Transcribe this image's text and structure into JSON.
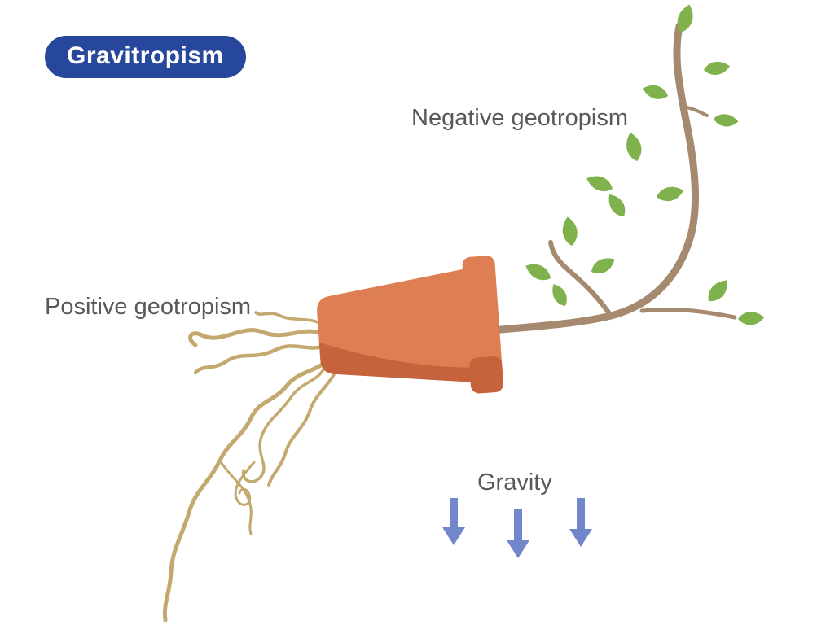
{
  "title": {
    "label": "Gravitropism"
  },
  "labels": {
    "negative_geotropism": "Negative geotropism",
    "positive_geotropism": "Positive geotropism",
    "gravity": "Gravity"
  },
  "icons": {
    "gravity_arrow": "down-arrow"
  },
  "colors": {
    "background": "#ffffff",
    "title_bg": "#27479d",
    "title_text": "#ffffff",
    "label_text": "#58595b",
    "pot": "#dd7f52",
    "pot_dark": "#c6623c",
    "roots": "#c3a96f",
    "stem": "#a68a6f",
    "leaf": "#7fb24c",
    "arrow": "#7287cb"
  }
}
